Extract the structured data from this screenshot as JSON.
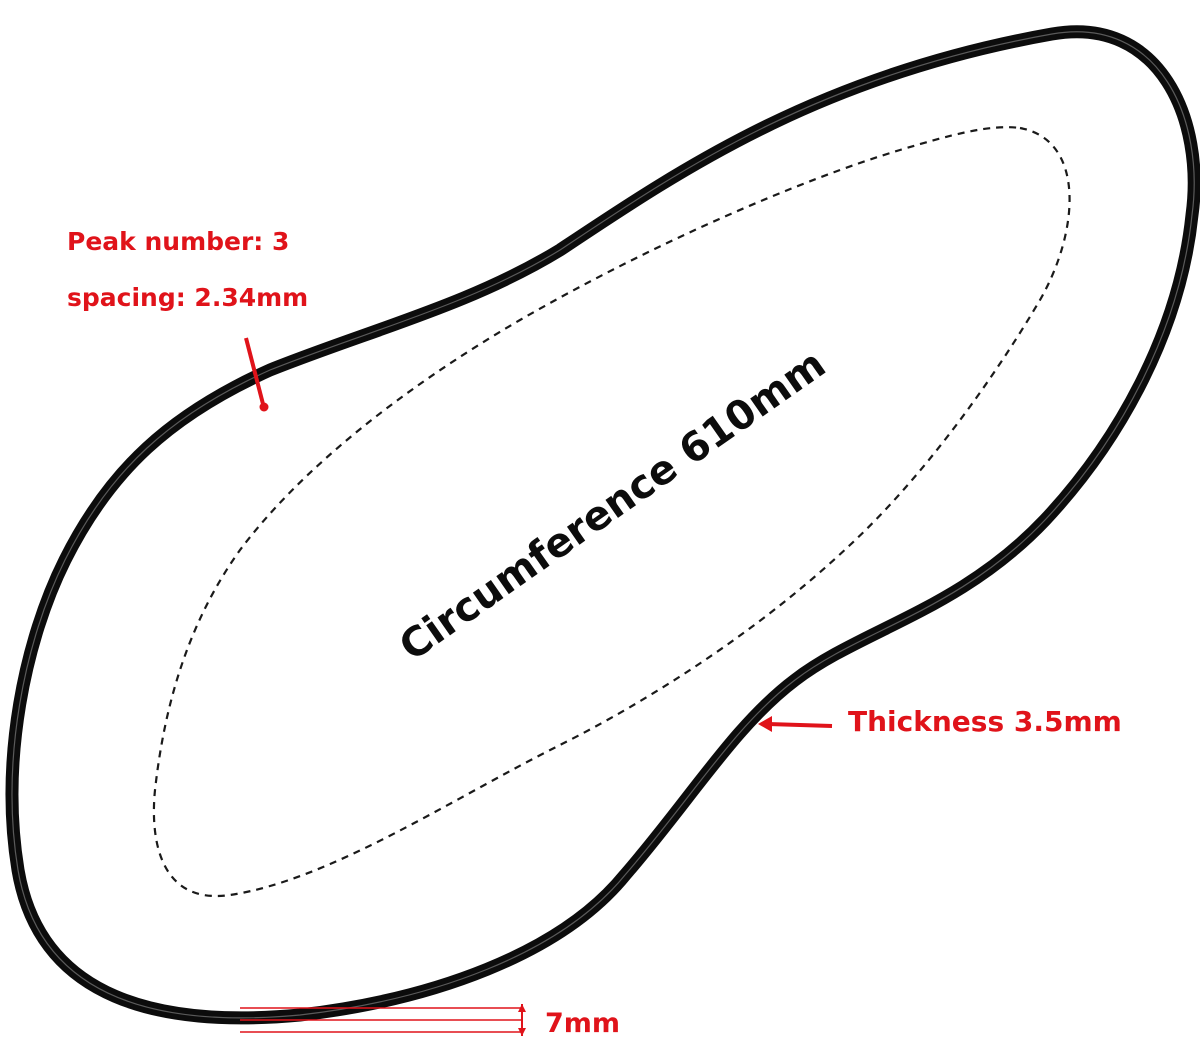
{
  "labels": {
    "peak_number": "Peak number: 3",
    "spacing": "spacing: 2.34mm",
    "circumference": "Circumference 610mm",
    "thickness": "Thickness 3.5mm",
    "width": "7mm"
  },
  "colors": {
    "annotation": "#e0131a",
    "belt": "#0c0c0c",
    "background": "#ffffff"
  }
}
